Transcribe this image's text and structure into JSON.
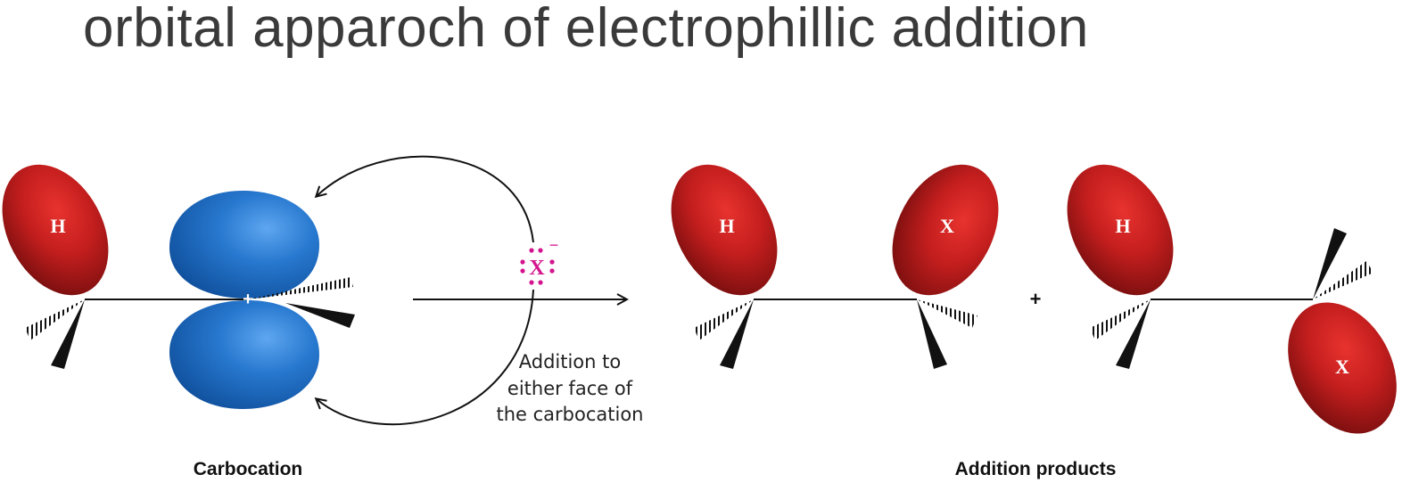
{
  "title": "orbital apparoch of electrophillic addition",
  "carbocation": {
    "h_label": "H",
    "caption": "Carbocation",
    "positive_charge": "+"
  },
  "nucleophile": {
    "symbol": "X",
    "charge": "−"
  },
  "annotation": {
    "line1": "Addition to",
    "line2": "either face of",
    "line3": "the carbocation"
  },
  "products": {
    "caption": "Addition products",
    "plus": "+",
    "product1": {
      "h_label": "H",
      "x_label": "X"
    },
    "product2": {
      "h_label": "H",
      "x_label": "X"
    }
  },
  "colors": {
    "title": "#3a3a3a",
    "lobe_red": "#c41e1e",
    "lobe_red_dark": "#7a1010",
    "lobe_blue": "#1f6fc4",
    "lobe_blue_dark": "#0d4a94",
    "nucleophile": "#d4148e"
  }
}
